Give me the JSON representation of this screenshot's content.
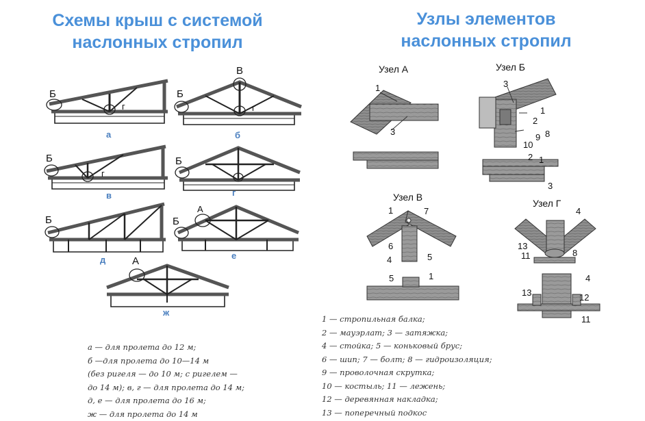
{
  "titles": {
    "left": [
      "Схемы крыш с системой",
      "наслонных стропил"
    ],
    "right": [
      "Узлы элементов",
      "наслонных стропил"
    ]
  },
  "schemes": {
    "a": {
      "sub": "а",
      "marks": [
        "Б",
        "г"
      ]
    },
    "b": {
      "sub": "б",
      "marks": [
        "Б",
        "В",
        "г"
      ]
    },
    "v": {
      "sub": "в",
      "marks": [
        "Б",
        "г"
      ]
    },
    "g": {
      "sub": "г",
      "marks": [
        "Б"
      ]
    },
    "d": {
      "sub": "д",
      "marks": [
        "Б"
      ]
    },
    "e": {
      "sub": "е",
      "marks": [
        "Б",
        "А"
      ]
    },
    "zh": {
      "sub": "ж",
      "marks": [
        "А"
      ]
    }
  },
  "nodes": {
    "A": {
      "title": "Узел А",
      "numbers": [
        "1",
        "3"
      ]
    },
    "B": {
      "title": "Узел Б",
      "numbers": [
        "3",
        "1",
        "2",
        "9",
        "8",
        "10",
        "2",
        "1",
        "3"
      ]
    },
    "V": {
      "title": "Узел В",
      "numbers": [
        "1",
        "7",
        "6",
        "4",
        "5",
        "5",
        "1"
      ]
    },
    "G": {
      "title": "Узел Г",
      "numbers": [
        "4",
        "13",
        "11",
        "8",
        "4",
        "13",
        "12",
        "11"
      ]
    }
  },
  "legend_left": [
    "а — для пролета до 12 м;",
    "б —для пролета до 10—14 м",
    "(без ригеля — до 10 м; с ригелем —",
    "до 14 м); в, г — для пролета до 14 м;",
    "д, е — для пролета до 16 м;",
    "ж — для пролета до 14 м"
  ],
  "legend_right": [
    "1 — стропильная балка;",
    "2 — мауэрлат; 3 — затяжка;",
    "4 — стойка; 5 — коньковый брус;",
    "6 — шип; 7 — болт; 8 — гидроизоляция;",
    "9 — проволочная скрутка;",
    "10 — костыль; 11 — лежень;",
    "12 — деревянная накладка;",
    "13 — поперечный подкос"
  ],
  "colors": {
    "title": "#4a90d9",
    "wood": "#8a8a8a",
    "line": "#222222"
  }
}
